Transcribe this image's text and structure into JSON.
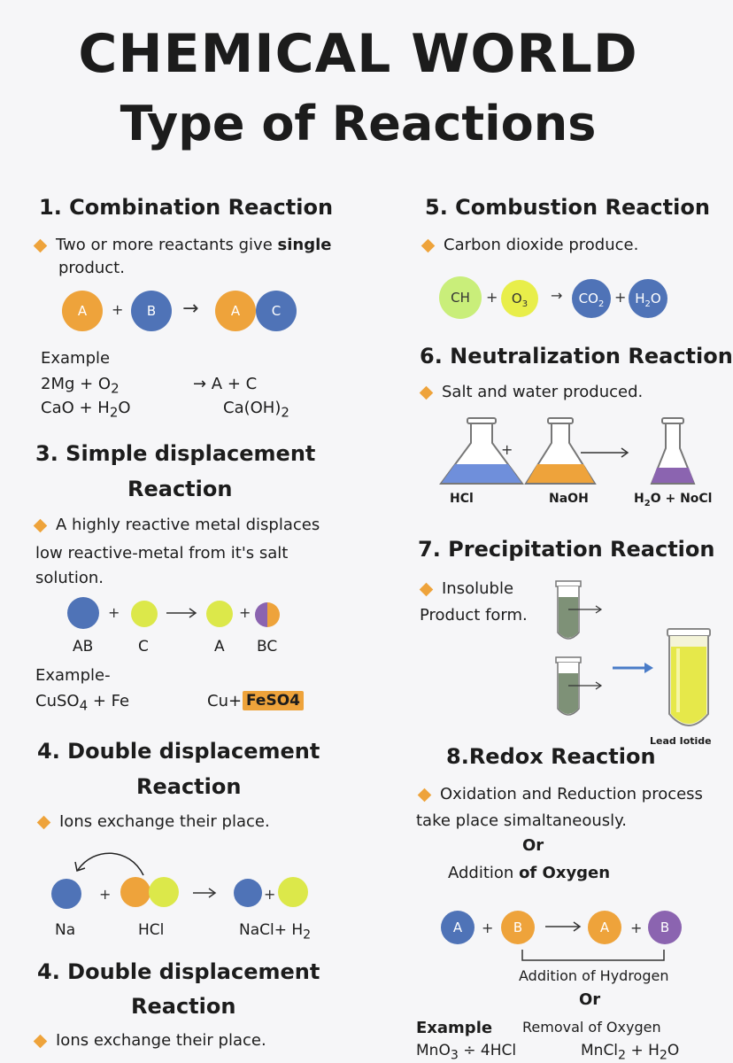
{
  "header": {
    "title": "CHEMICAL WORLD",
    "subtitle": "Type of Reactions"
  },
  "s1": {
    "title": "1. Combination Reaction",
    "desc_part1": "Two or more reactants give ",
    "desc_bold": "single",
    "desc_line2": "product.",
    "diagram": {
      "c1": "A",
      "plus": "+",
      "c2": "B",
      "arrow": "→",
      "c3": "A",
      "c4": "C"
    },
    "example_label": "Example",
    "row1_left": "2Mg   + O",
    "row1_sub": "2",
    "row1_right": "→  A + C",
    "row2_left_a": "CaO  + H",
    "row2_left_sub": "2",
    "row2_left_b": "O",
    "row2_right_a": "Ca(OH)",
    "row2_right_sub": "2"
  },
  "s3": {
    "title_line1": "3. Simple displacement",
    "title_line2": "Reaction",
    "desc_line1": "A highly reactive metal displaces",
    "desc_line2": "low reactive-metal  from  it's  salt",
    "desc_line3": "solution.",
    "labels": {
      "ab": "AB",
      "c": "C",
      "a": "A",
      "bc": "BC"
    },
    "example_label": "Example-",
    "ex_left_a": "CuSO",
    "ex_left_sub": "4",
    "ex_left_b": "  + Fe",
    "ex_right": "Cu+",
    "ex_badge": "FeSO4"
  },
  "s4a": {
    "title_line1": "4. Double displacement",
    "title_line2": "Reaction",
    "desc": "Ions exchange their  place.",
    "labels": {
      "na": "Na",
      "hcl": "HCl",
      "nacl_a": "NaCl+ H",
      "nacl_sub": "2"
    }
  },
  "s4b": {
    "title_line1": "4. Double displacement",
    "title_line2": "Reaction",
    "desc": "Ions exchange their  place."
  },
  "s5": {
    "title": "5. Combustion Reaction",
    "desc": "Carbon dioxide produce.",
    "c1": "CH",
    "c2": "O",
    "c2_sub": "3",
    "c3": "CO",
    "c3_sub": "2",
    "c4_a": "H",
    "c4_sub": "2",
    "c4_b": "O"
  },
  "s6": {
    "title": "6. Neutralization Reaction",
    "desc": "Salt and water produced.",
    "label1": "HCl",
    "label2": "NaOH",
    "label3_a": "H",
    "label3_sub": "2",
    "label3_b": "O + NoCl"
  },
  "s7": {
    "title": "7. Precipitation Reaction",
    "desc_line1": "Insoluble",
    "desc_line2": "Product form.",
    "caption": "Lead Iotide"
  },
  "s8": {
    "title": "8.Redox  Reaction",
    "desc_line1": "Oxidation and Reduction process",
    "desc_line2": "take place simaltaneously.",
    "or1": "Or",
    "addition_a": "Addition  ",
    "addition_b": "of Oxygen",
    "diagram": {
      "c1": "A",
      "c2": "B",
      "c3": "A",
      "c4": "B"
    },
    "hydrogen": "Addition  of Hydrogen",
    "or2": "Or",
    "example_label": "Example",
    "removal": "Removal of Oxygen",
    "eq_left_a": "MnO",
    "eq_left_sub": "3",
    "eq_left_b": " ÷ 4HCl",
    "eq_right_a": "MnCl",
    "eq_right_sub": "2",
    "eq_right_b": "   +  H",
    "eq_right_sub2": "2",
    "eq_right_c": "O"
  },
  "colors": {
    "orange": "#eea33b",
    "blue": "#4f73b7",
    "lime": "#dce84a",
    "purple": "#8b64b0",
    "green": "#c9ee7a",
    "liquid_blue": "#6f8fdb",
    "liquid_orange": "#eea33b",
    "liquid_purple": "#8b64b0",
    "precipitate": "#e6e84a"
  },
  "icons": [
    "diamond-bullet-icon",
    "arrow-right-icon",
    "flask-icon",
    "test-tube-icon",
    "curved-arrow-icon",
    "bracket-icon"
  ]
}
